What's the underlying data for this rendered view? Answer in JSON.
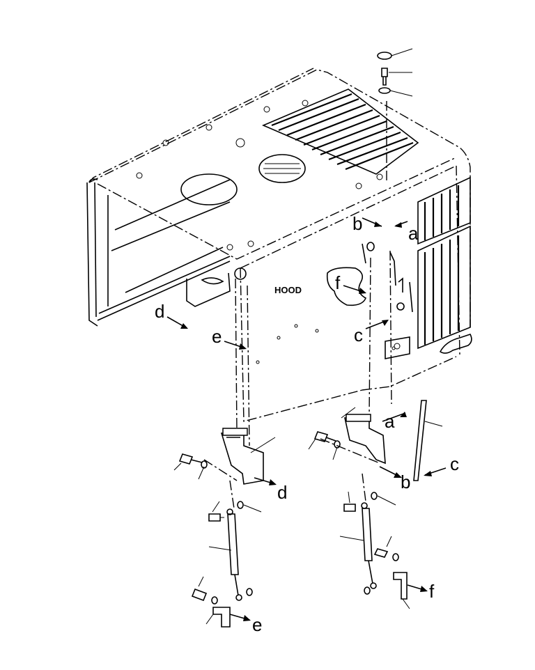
{
  "diagram": {
    "hood_label": "HOOD",
    "callouts": {
      "a_upper": "a",
      "b_upper": "b",
      "c_upper": "c",
      "d_upper": "d",
      "e_upper": "e",
      "f_upper": "f",
      "a_lower": "a",
      "b_lower": "b",
      "c_lower": "c",
      "d_lower": "d",
      "e_lower": "e",
      "f_lower": "f"
    }
  }
}
